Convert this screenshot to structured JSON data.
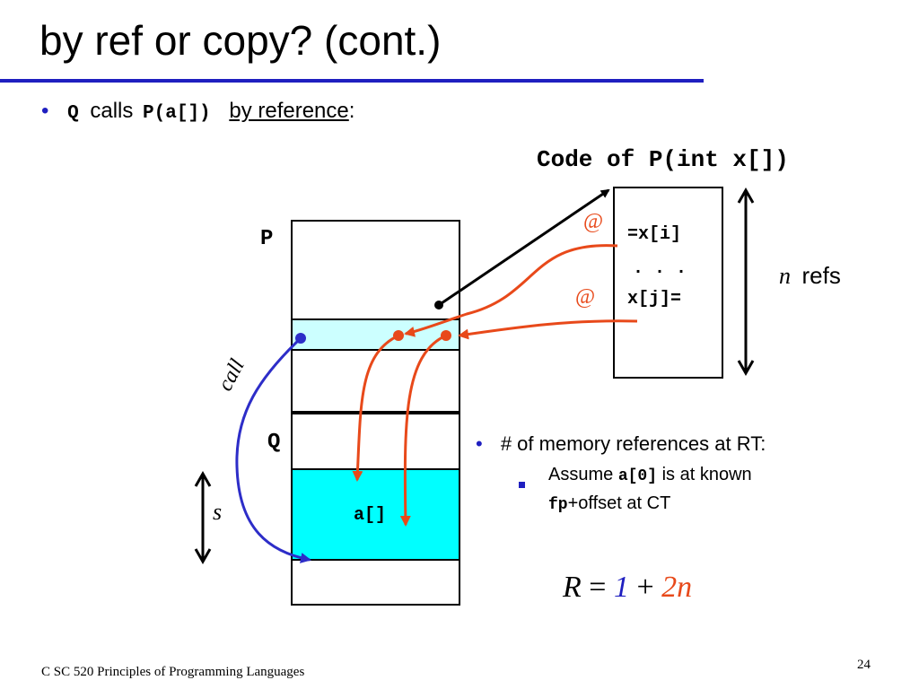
{
  "slide": {
    "title": "by ref or copy? (cont.)",
    "bullet1": {
      "bullet": "•",
      "q": "Q",
      "calls": "calls",
      "pa": "P(a[])",
      "by_reference": "by reference",
      "colon": ":"
    },
    "code_heading": "Code of P(int x[])",
    "code_box": {
      "line1": "=x[i]",
      "line2": ". . .",
      "line3": "x[j]="
    },
    "at1": "@",
    "at2": "@",
    "refs": {
      "n": "n",
      "label": "refs"
    },
    "stack": {
      "p_label": "P",
      "q_label": "Q",
      "a_label": "a[]"
    },
    "call_label": "call",
    "s_label": "s",
    "bullet2": {
      "bullet": "•",
      "text": "# of memory references at RT:"
    },
    "sub_bullet": {
      "assume": "Assume",
      "a0": "a[0]",
      "known": "is at known",
      "fp": "fp",
      "offset": "+offset at CT"
    },
    "formula": {
      "r": "R",
      "eq": "=",
      "one": "1",
      "plus": "+",
      "two_n": "2n"
    },
    "footer": {
      "course": "C SC 520 Principles of Programming Languages",
      "page": "24"
    },
    "colors": {
      "accent_blue": "#1f1fc0",
      "arrow_red": "#e8491a",
      "cyan": "#00ffff",
      "light_cyan": "#ccffff"
    }
  }
}
